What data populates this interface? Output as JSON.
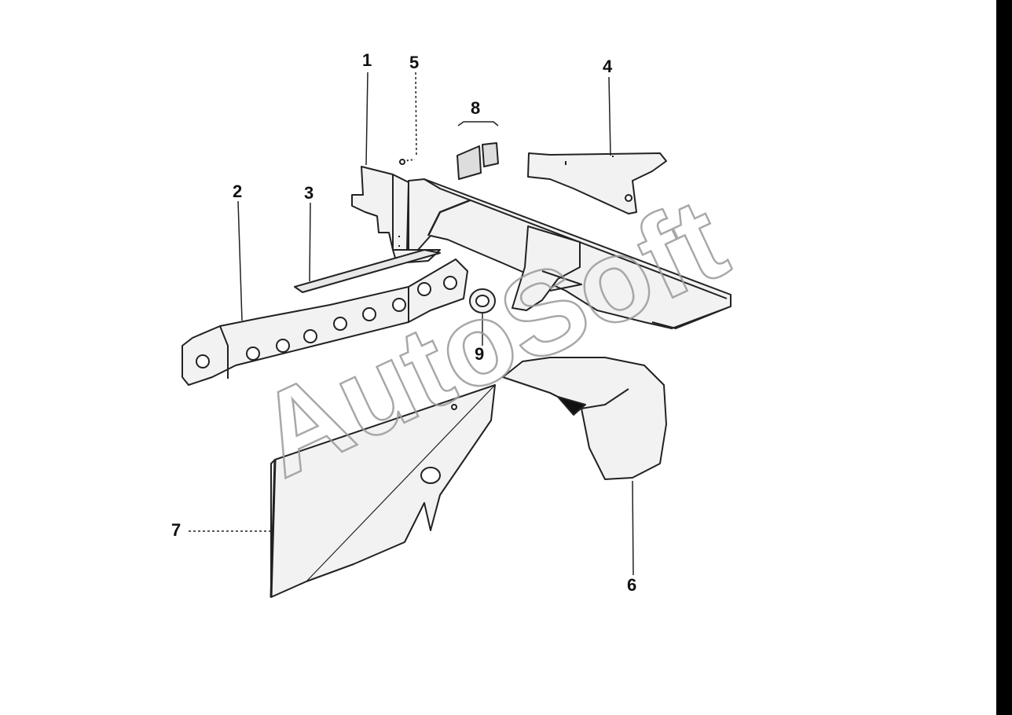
{
  "callouts": [
    {
      "id": "1",
      "label": "1"
    },
    {
      "id": "2",
      "label": "2"
    },
    {
      "id": "3",
      "label": "3"
    },
    {
      "id": "4",
      "label": "4"
    },
    {
      "id": "5",
      "label": "5"
    },
    {
      "id": "6",
      "label": "6"
    },
    {
      "id": "7",
      "label": "7"
    },
    {
      "id": "8",
      "label": "8"
    },
    {
      "id": "9",
      "label": "9"
    }
  ],
  "watermark": "AutoSoft"
}
